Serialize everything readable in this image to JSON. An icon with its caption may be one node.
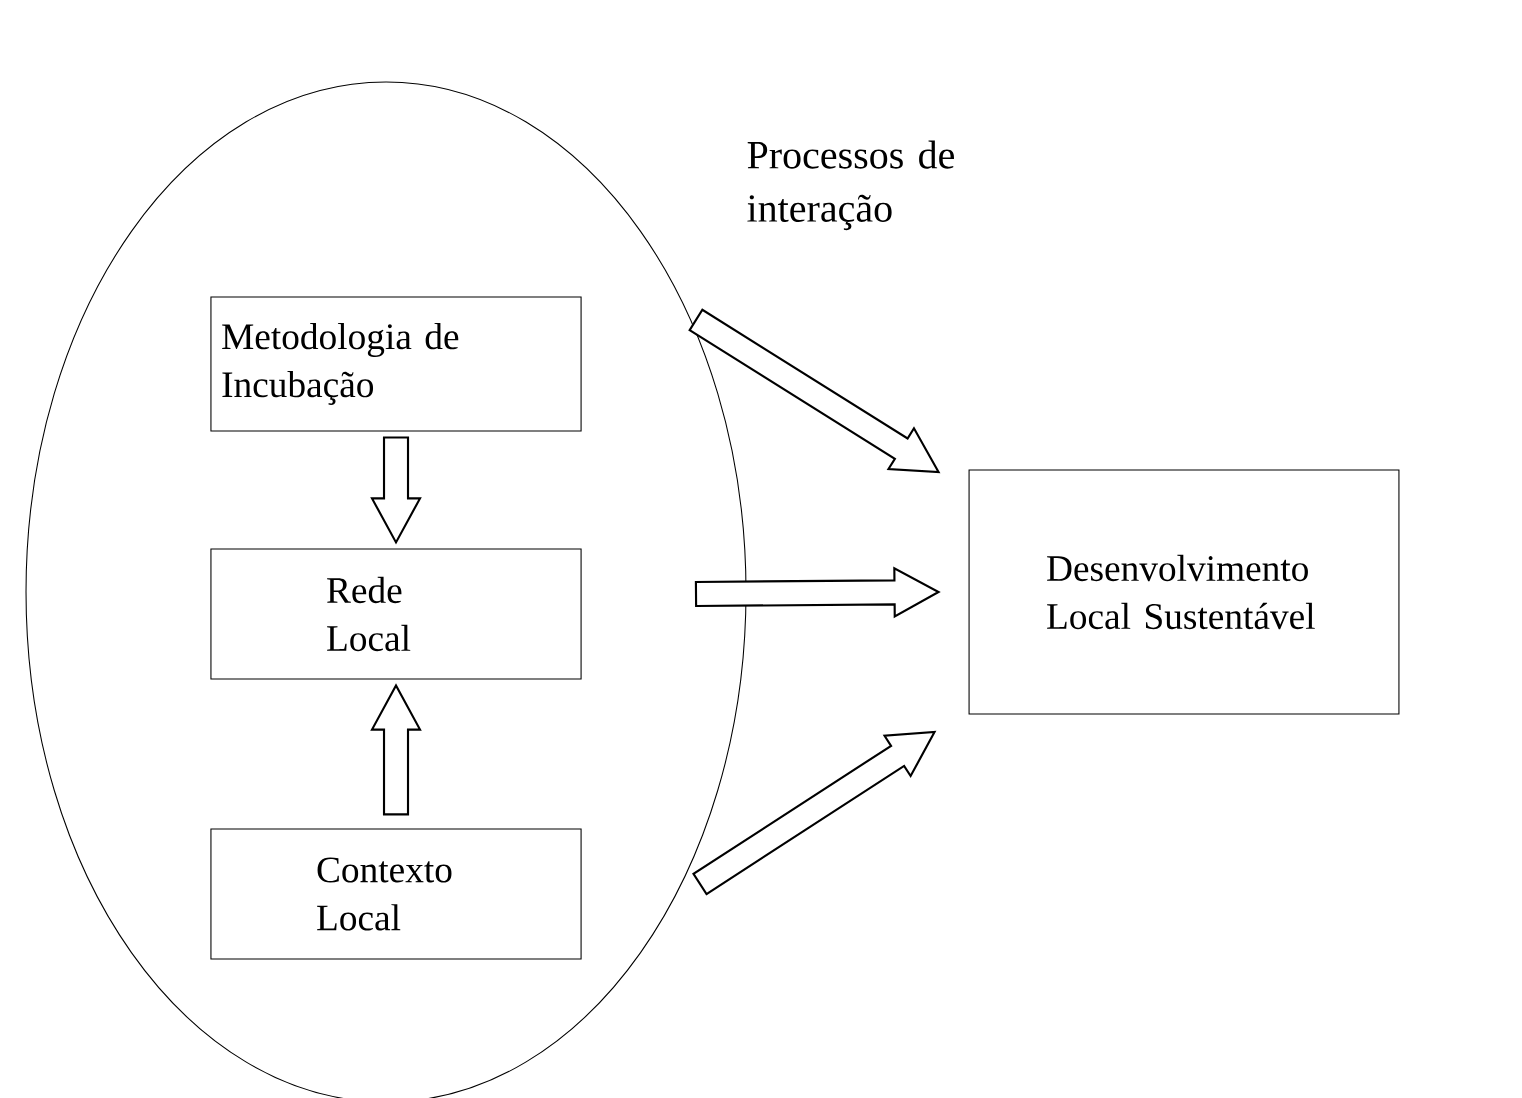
{
  "diagram": {
    "nodes": [
      {
        "text": [],
        "shape": "ellipse"
      },
      {
        "text": [
          "Metodologia de Incubação"
        ],
        "in": 0
      },
      {
        "text": [
          "Rede Local"
        ],
        "in": 0
      },
      {
        "text": [
          "Contexto Local"
        ],
        "in": 0
      },
      {
        "text": [
          "Desenvolvimento Local Sustentável"
        ]
      }
    ],
    "edges": [
      {
        "from": 1,
        "to": 2,
        "arrow": "to"
      },
      {
        "from": 3,
        "to": 2,
        "arrow": "to"
      },
      {
        "from": 0,
        "to": 4,
        "arrow": "to"
      },
      {
        "from": 0,
        "to": 4,
        "arrow": "to"
      },
      {
        "from": 0,
        "to": 4,
        "arrow": "to"
      }
    ],
    "labels": [
      "Processos de interação"
    ]
  }
}
